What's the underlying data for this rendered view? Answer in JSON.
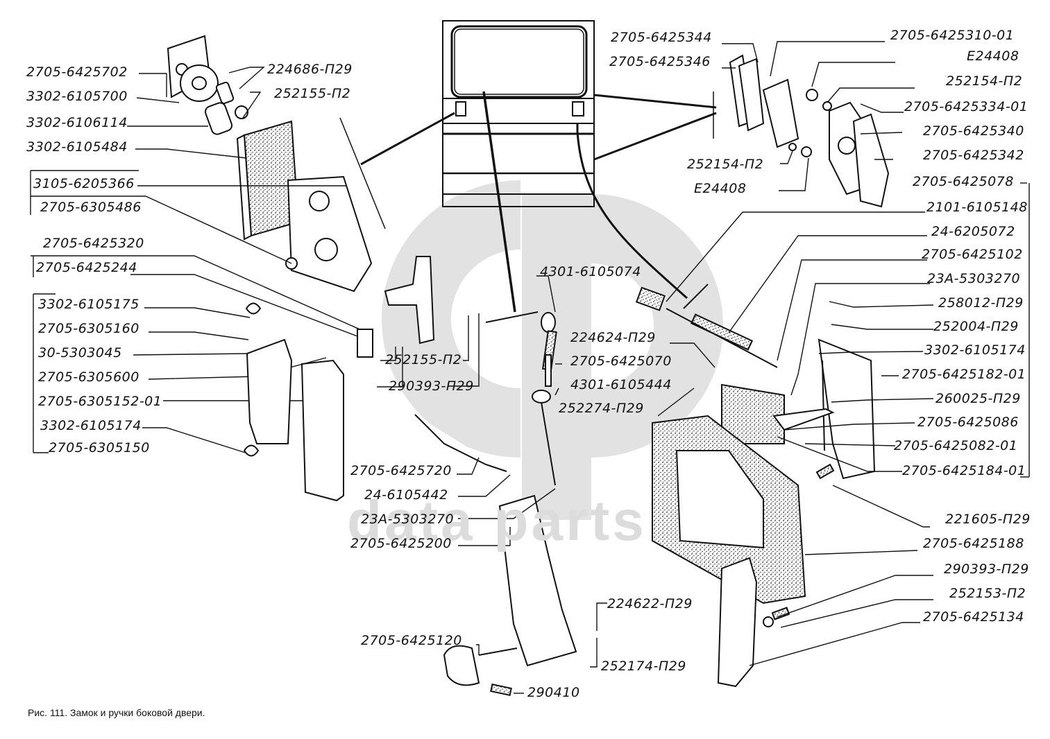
{
  "caption": "Рис. 111. Замок и ручки боковой двери.",
  "watermark": {
    "logo": "gp",
    "text": "data parts",
    "color": "#dcdcdc"
  },
  "labels": {
    "l1": "2705-6425702",
    "l2": "3302-6105700",
    "l3": "3302-6106114",
    "l4": "3302-6105484",
    "l5": "3105-6205366",
    "l6": "2705-6305486",
    "l7": "2705-6425320",
    "l8": "2705-6425244",
    "l9": "3302-6105175",
    "l10": "2705-6305160",
    "l11": "30-5303045",
    "l12": "2705-6305600",
    "l13": "2705-6305152-01",
    "l14": "3302-6105174",
    "l15": "2705-6305150",
    "l16": "224686-П29",
    "l17": "252155-П2",
    "l18": "252155-П2",
    "l19": "290393-П29",
    "l20": "4301-6105074",
    "l21": "224624-П29",
    "l22": "2705-6425070",
    "l23": "4301-6105444",
    "l24": "252274-П29",
    "l25": "2705-6425720",
    "l26": "24-6105442",
    "l27": "23А-5303270",
    "l28": "2705-6425200",
    "l29": "224622-П29",
    "l30": "2705-6425120",
    "l31": "252174-П29",
    "l32": "290410",
    "r1": "2705-6425344",
    "r2": "2705-6425346",
    "r3": "2705-6425310-01",
    "r4": "Е24408",
    "r5": "252154-П2",
    "r6": "2705-6425334-01",
    "r7": "2705-6425340",
    "r8": "2705-6425342",
    "r9": "252154-П2",
    "r10": "Е24408",
    "r11": "2705-6425078",
    "r12": "2101-6105148",
    "r13": "24-6205072",
    "r14": "2705-6425102",
    "r15": "23А-5303270",
    "r16": "258012-П29",
    "r17": "252004-П29",
    "r18": "3302-6105174",
    "r19": "2705-6425182-01",
    "r20": "260025-П29",
    "r21": "2705-6425086",
    "r22": "2705-6425082-01",
    "r23": "2705-6425184-01",
    "r24": "221605-П29",
    "r25": "2705-6425188",
    "r26": "290393-П29",
    "r27": "252153-П2",
    "r28": "2705-6425134"
  }
}
